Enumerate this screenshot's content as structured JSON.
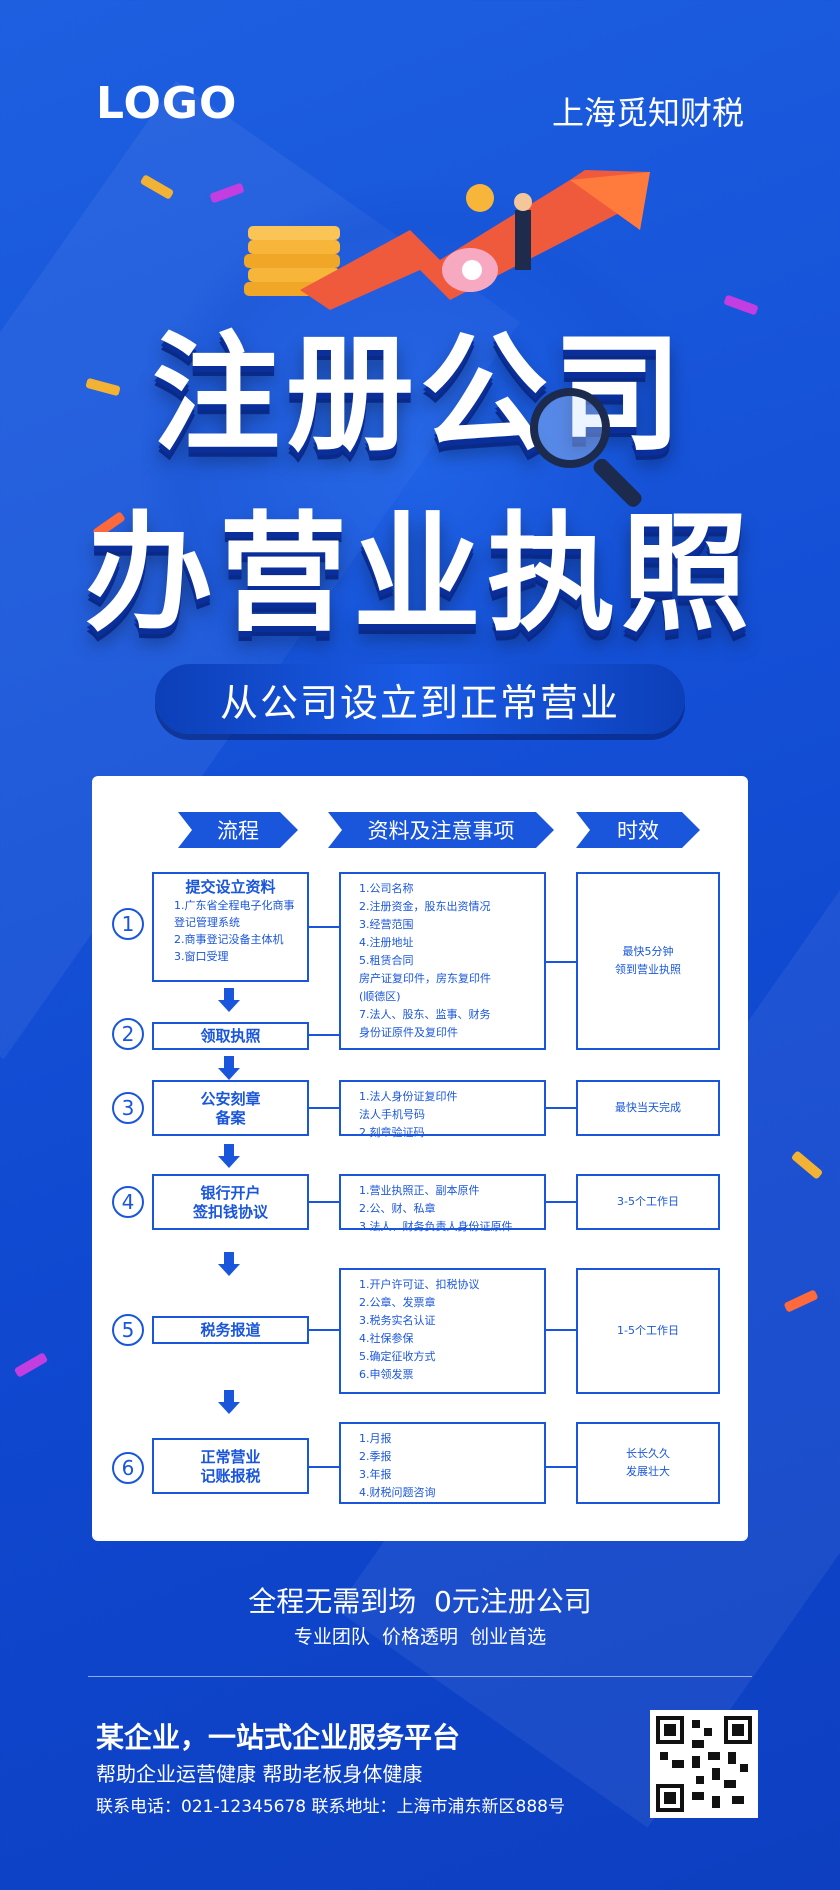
{
  "header": {
    "logo": "LOGO",
    "brand": "上海觅知财税"
  },
  "hero": {
    "title_line1": "注册公司",
    "title_line2": "办营业执照",
    "subtitle": "从公司设立到正常营业"
  },
  "table": {
    "headers": [
      "流程",
      "资料及注意事项",
      "时效"
    ],
    "steps": [
      {
        "num": "1",
        "title": "提交设立资料",
        "sub": [
          "1.广东省全程电子化商事",
          "登记管理系统",
          "2.商事登记没备主体机",
          "3.窗口受理"
        ]
      },
      {
        "num": "2",
        "title": "领取执照"
      },
      {
        "num": "3",
        "title_lines": [
          "公安刻章",
          "备案"
        ]
      },
      {
        "num": "4",
        "title_lines": [
          "银行开户",
          "签扣钱协议"
        ]
      },
      {
        "num": "5",
        "title": "税务报道"
      },
      {
        "num": "6",
        "title_lines": [
          "正常营业",
          "记账报税"
        ]
      }
    ],
    "requirements": [
      [
        "1.公司名称",
        "2.注册资金，股东出资情况",
        "3.经营范围",
        "4.注册地址",
        "5.租赁合同",
        "房产证复印件，房东复印件",
        "(顺德区)",
        "7.法人、股东、监事、财务",
        "身份证原件及复印件"
      ],
      [
        "1.法人身份证复印件",
        "   法人手机号码",
        "2.刻章验证码"
      ],
      [
        "1.营业执照正、副本原件",
        "2.公、财、私章",
        "3.法人、财务负责人身份证原件"
      ],
      [
        "1.开户许可证、扣税协议",
        "2.公章、发票章",
        "3.税务实名认证",
        "4.社保参保",
        "5.确定征收方式",
        "6.申领发票"
      ],
      [
        "1.月报",
        "2.季报",
        "3.年报",
        "4.财税问题咨询"
      ]
    ],
    "times": [
      [
        "最快5分钟",
        "领到营业执照"
      ],
      [
        "最快当天完成"
      ],
      [
        "3-5个工作日"
      ],
      [
        "1-5个工作日"
      ],
      [
        "长长久久",
        "发展壮大"
      ]
    ]
  },
  "promo": {
    "line1": "全程无需到场  0元注册公司",
    "line2": "专业团队  价格透明  创业首选"
  },
  "footer": {
    "title": "某企业，一站式企业服务平台",
    "sub": "帮助企业运营健康 帮助老板身体健康",
    "contact": "联系电话：021-12345678  联系地址：上海市浦东新区888号"
  },
  "colors": {
    "background": "#1552d8",
    "accent": "#1a56dc",
    "card": "#ffffff"
  }
}
